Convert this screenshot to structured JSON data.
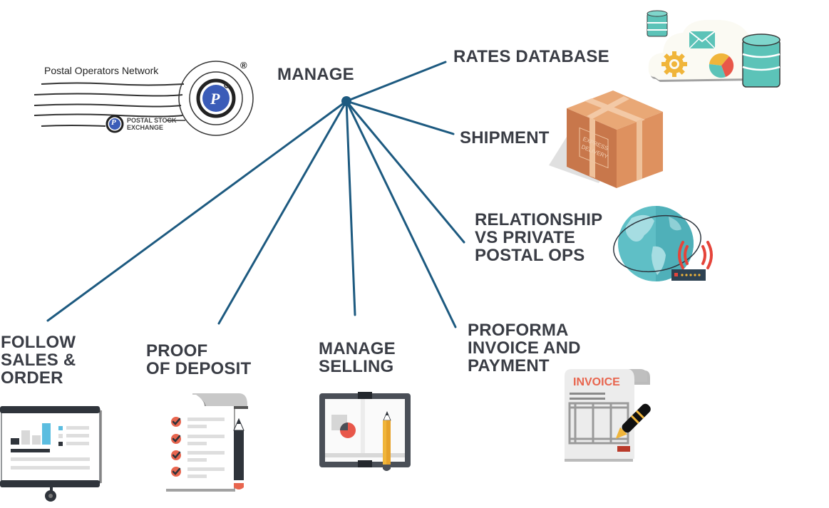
{
  "hub": {
    "label": "MANAGE"
  },
  "logo": {
    "name": "Postal Operators Network",
    "registered": "®",
    "emblem_letter": "P",
    "sub_line1": "POSTAL STOCK",
    "sub_line2": "EXCHANGE"
  },
  "branches": [
    {
      "id": "rates-database",
      "lines": [
        "RATES DATABASE"
      ]
    },
    {
      "id": "shipment",
      "lines": [
        "SHIPMENT"
      ]
    },
    {
      "id": "relationship",
      "lines": [
        "RELATIONSHIP",
        "VS PRIVATE",
        "POSTAL OPS"
      ]
    },
    {
      "id": "proforma",
      "lines": [
        "PROFORMA",
        "INVOICE AND",
        "PAYMENT"
      ]
    },
    {
      "id": "manage-selling",
      "lines": [
        "MANAGE",
        "SELLING"
      ]
    },
    {
      "id": "proof-of-deposit",
      "lines": [
        "PROOF",
        "OF DEPOSIT"
      ]
    },
    {
      "id": "follow-sales",
      "lines": [
        "FOLLOW",
        "SALES &",
        "ORDER"
      ]
    }
  ],
  "icons": {
    "rates_database": "cloud-database-icon",
    "shipment": "package-box-icon",
    "relationship": "globe-router-icon",
    "proforma": "invoice-pen-icon",
    "manage_selling": "notebook-pencil-icon",
    "proof_of_deposit": "checklist-pencil-icon",
    "follow_sales": "presentation-board-icon"
  },
  "box_text": [
    "EXPRESS",
    "DELIVERY"
  ],
  "invoice_title": "INVOICE",
  "colors": {
    "line": "#1d5a80",
    "text": "#3a3d45",
    "teal": "#5cc3b8",
    "orange": "#d9895a",
    "red": "#e8574a",
    "yellow": "#f0b53a",
    "dark": "#363b43",
    "logo_blue": "#3b5cb8"
  }
}
